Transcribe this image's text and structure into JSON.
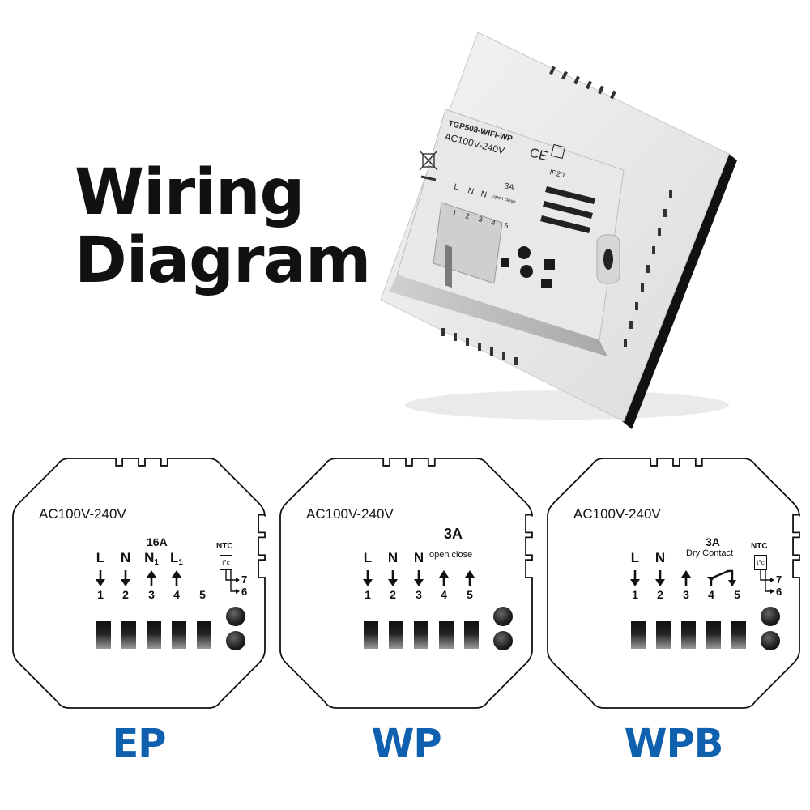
{
  "heading": {
    "line1": "Wiring",
    "line2": "Diagram"
  },
  "device": {
    "model": "TGP508-WIFI-WP",
    "voltage": "AC100V-240V",
    "ce_mark": "CE",
    "ip_rating": "IP20",
    "terminal_letters": [
      "L",
      "N",
      "N"
    ],
    "rating": "3A",
    "note": "open close",
    "numbers": [
      "1",
      "2",
      "3",
      "4",
      "5"
    ]
  },
  "panels": [
    {
      "variant": "EP",
      "voltage": "AC100V-240V",
      "rating": "16A",
      "note": "",
      "terminals": [
        {
          "label": "L",
          "sub": "",
          "num": "1",
          "arrow": "down"
        },
        {
          "label": "N",
          "sub": "",
          "num": "2",
          "arrow": "down"
        },
        {
          "label": "N",
          "sub": "1",
          "num": "3",
          "arrow": "up"
        },
        {
          "label": "L",
          "sub": "1",
          "num": "4",
          "arrow": "up"
        },
        {
          "label": "",
          "sub": "",
          "num": "5",
          "arrow": "none"
        }
      ],
      "ntc": {
        "label": "NTC",
        "symbol": "t°c",
        "num_a": "7",
        "num_b": "6"
      }
    },
    {
      "variant": "WP",
      "voltage": "AC100V-240V",
      "rating": "3A",
      "note": "open close",
      "terminals": [
        {
          "label": "L",
          "sub": "",
          "num": "1",
          "arrow": "down"
        },
        {
          "label": "N",
          "sub": "",
          "num": "2",
          "arrow": "down"
        },
        {
          "label": "N",
          "sub": "",
          "num": "3",
          "arrow": "down"
        },
        {
          "label": "",
          "sub": "",
          "num": "4",
          "arrow": "up"
        },
        {
          "label": "",
          "sub": "",
          "num": "5",
          "arrow": "up"
        }
      ],
      "ntc": null
    },
    {
      "variant": "WPB",
      "voltage": "AC100V-240V",
      "rating": "3A",
      "note": "Dry Contact",
      "terminals": [
        {
          "label": "L",
          "sub": "",
          "num": "1",
          "arrow": "down"
        },
        {
          "label": "N",
          "sub": "",
          "num": "2",
          "arrow": "down"
        },
        {
          "label": "",
          "sub": "",
          "num": "3",
          "arrow": "up"
        },
        {
          "label": "",
          "sub": "",
          "num": "4",
          "arrow": "contact"
        },
        {
          "label": "",
          "sub": "",
          "num": "5",
          "arrow": "contact-end"
        }
      ],
      "ntc": {
        "label": "NTC",
        "symbol": "t°c",
        "num_a": "7",
        "num_b": "6"
      }
    }
  ],
  "colors": {
    "variant_text": "#1060b0",
    "text": "#111111",
    "device_body": "#eeeeee"
  }
}
